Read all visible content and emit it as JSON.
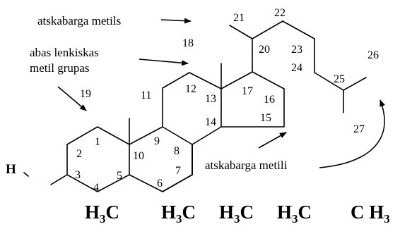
{
  "annotations": {
    "top_label": "atskabarga metils",
    "angular_label_line1": "abas lenkiskas",
    "angular_label_line2": "metil grupas",
    "bottom_label": "atskabarga metili"
  },
  "atom_numbers": [
    "1",
    "2",
    "3",
    "4",
    "5",
    "6",
    "7",
    "8",
    "9",
    "10",
    "11",
    "12",
    "13",
    "14",
    "15",
    "16",
    "17",
    "18",
    "19",
    "20",
    "21",
    "22",
    "23",
    "24",
    "25",
    "26",
    "27"
  ],
  "side_atom": "H",
  "formula_labels": [
    {
      "main": "H",
      "sub": "3",
      "tail": "C"
    },
    {
      "main": "H",
      "sub": "3",
      "tail": "C"
    },
    {
      "main": "H",
      "sub": "3",
      "tail": "C"
    },
    {
      "main": "H",
      "sub": "3",
      "tail": "C"
    },
    {
      "main": "C H",
      "sub": "3",
      "tail": ""
    }
  ]
}
